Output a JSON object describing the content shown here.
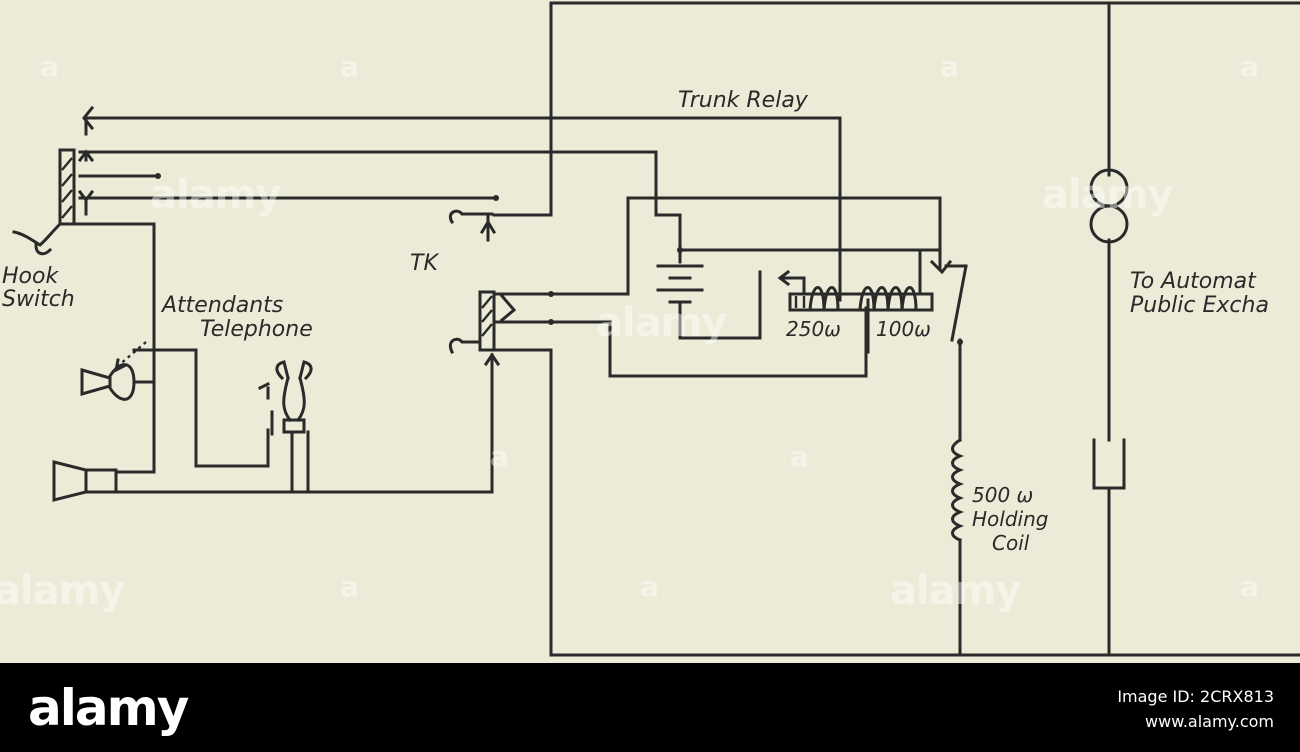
{
  "diagram": {
    "labels": {
      "trunk_relay": "Trunk Relay",
      "hook": "Hook",
      "switch": "Switch",
      "attendants": "Attendants",
      "telephone": "Telephone",
      "tk": "TK",
      "to_automat": "To Automat",
      "public_excha": "Public Excha",
      "r250": "250ω",
      "r100": "100ω",
      "r500": "500 ω",
      "holding": "Holding",
      "coil": "Coil"
    }
  },
  "watermark": {
    "text": "alamy",
    "marker": "a"
  },
  "footer": {
    "logo": "alamy",
    "image_id": "Image ID: 2CRX813",
    "url": "www.alamy.com"
  },
  "colors": {
    "paper": "#ecebd7",
    "ink": "#2a2a2a",
    "footer": "#000000"
  }
}
